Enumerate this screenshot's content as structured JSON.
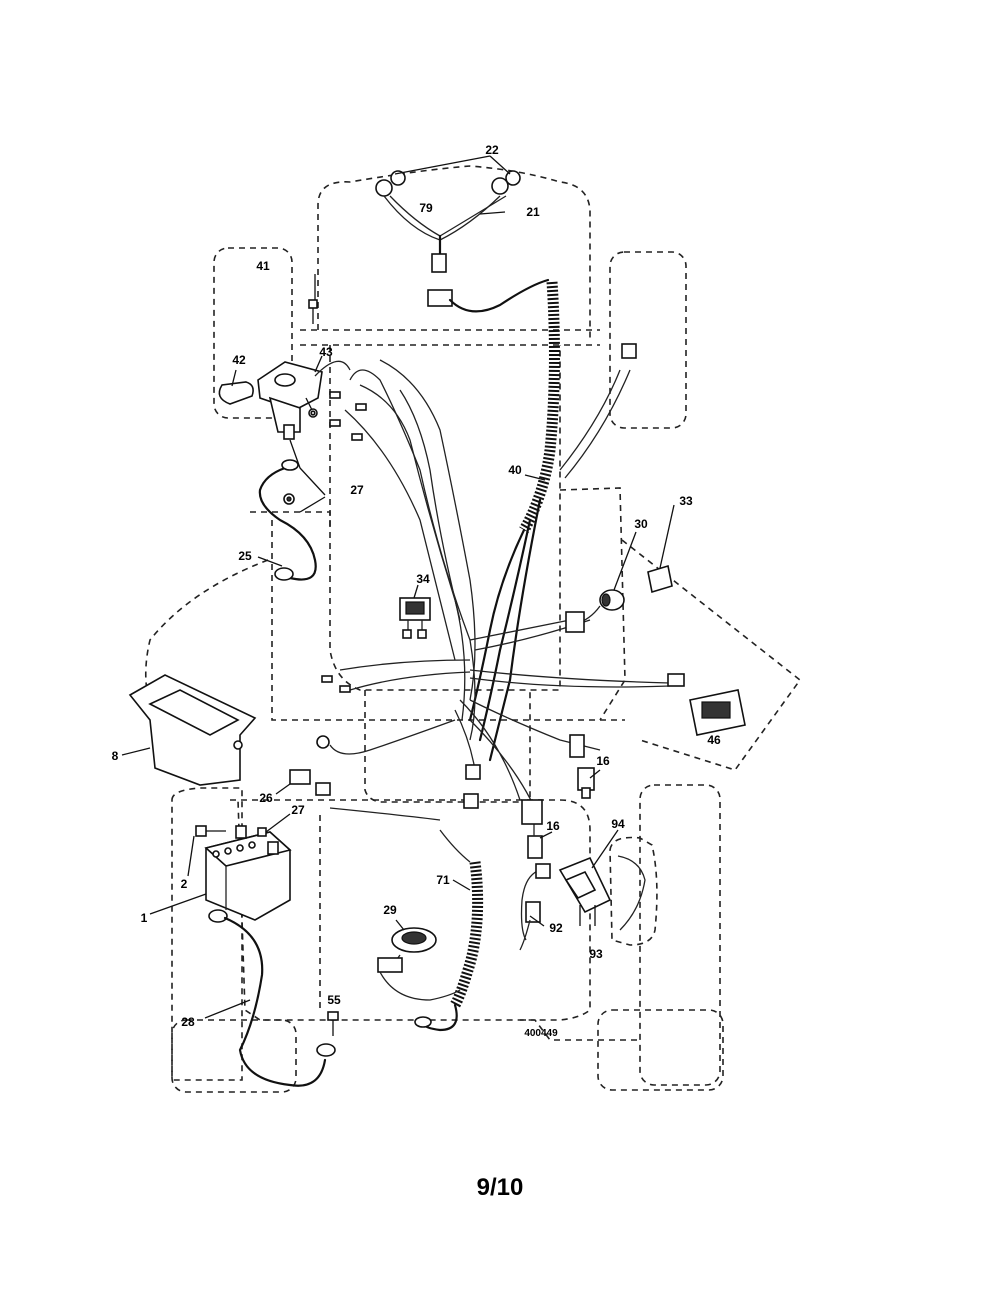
{
  "diagram": {
    "drawing_number": "400449",
    "callouts": [
      {
        "id": "c22a",
        "label": "22"
      },
      {
        "id": "c79",
        "label": "79"
      },
      {
        "id": "c21",
        "label": "21"
      },
      {
        "id": "c41",
        "label": "41"
      },
      {
        "id": "c43",
        "label": "43"
      },
      {
        "id": "c42",
        "label": "42"
      },
      {
        "id": "c40",
        "label": "40"
      },
      {
        "id": "c27a",
        "label": "27"
      },
      {
        "id": "c33",
        "label": "33"
      },
      {
        "id": "c30",
        "label": "30"
      },
      {
        "id": "c25",
        "label": "25"
      },
      {
        "id": "c34",
        "label": "34"
      },
      {
        "id": "c8",
        "label": "8"
      },
      {
        "id": "c46",
        "label": "46"
      },
      {
        "id": "c16a",
        "label": "16"
      },
      {
        "id": "c26",
        "label": "26"
      },
      {
        "id": "c27b",
        "label": "27"
      },
      {
        "id": "c94",
        "label": "94"
      },
      {
        "id": "c16b",
        "label": "16"
      },
      {
        "id": "c2",
        "label": "2"
      },
      {
        "id": "c1",
        "label": "1"
      },
      {
        "id": "c71",
        "label": "71"
      },
      {
        "id": "c29",
        "label": "29"
      },
      {
        "id": "c92",
        "label": "92"
      },
      {
        "id": "c93",
        "label": "93"
      },
      {
        "id": "c55",
        "label": "55"
      },
      {
        "id": "c28",
        "label": "28"
      }
    ]
  },
  "page": {
    "number": "9/10"
  }
}
